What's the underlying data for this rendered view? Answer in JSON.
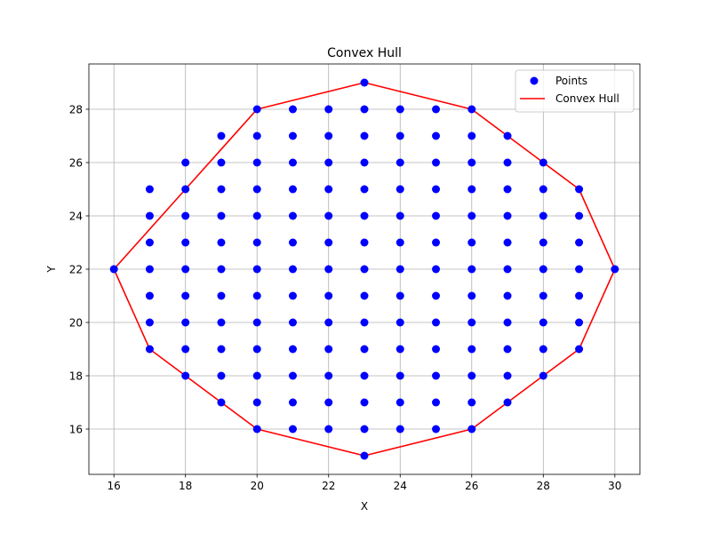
{
  "chart_data": {
    "type": "scatter",
    "title": "Convex Hull",
    "xlabel": "X",
    "ylabel": "Y",
    "xlim": [
      15.3,
      30.7
    ],
    "ylim": [
      14.3,
      29.7
    ],
    "xticks": [
      16,
      18,
      20,
      22,
      24,
      26,
      28,
      30
    ],
    "yticks": [
      16,
      18,
      20,
      22,
      24,
      26,
      28
    ],
    "grid": true,
    "legend": {
      "placement": "top-right",
      "entries": [
        {
          "label": "Points",
          "marker": "circle",
          "color": "#0000ff"
        },
        {
          "label": "Convex Hull",
          "marker": "line",
          "color": "#ff0000"
        }
      ]
    },
    "colors": {
      "points": "#0000ff",
      "hull": "#ff0000",
      "grid": "#b0b0b0"
    },
    "points_rows": [
      {
        "y": 29,
        "x": [
          23
        ]
      },
      {
        "y": 28,
        "x": [
          20,
          21,
          22,
          23,
          24,
          25,
          26
        ]
      },
      {
        "y": 27,
        "x": [
          19,
          20,
          21,
          22,
          23,
          24,
          25,
          26,
          27
        ]
      },
      {
        "y": 26,
        "x": [
          18,
          19,
          20,
          21,
          22,
          23,
          24,
          25,
          26,
          27,
          28
        ]
      },
      {
        "y": 25,
        "x": [
          17,
          18,
          19,
          20,
          21,
          22,
          23,
          24,
          25,
          26,
          27,
          28,
          29
        ]
      },
      {
        "y": 24,
        "x": [
          17,
          18,
          19,
          20,
          21,
          22,
          23,
          24,
          25,
          26,
          27,
          28,
          29
        ]
      },
      {
        "y": 23,
        "x": [
          17,
          18,
          19,
          20,
          21,
          22,
          23,
          24,
          25,
          26,
          27,
          28,
          29
        ]
      },
      {
        "y": 22,
        "x": [
          16,
          17,
          18,
          19,
          20,
          21,
          22,
          23,
          24,
          25,
          26,
          27,
          28,
          29,
          30
        ]
      },
      {
        "y": 21,
        "x": [
          17,
          18,
          19,
          20,
          21,
          22,
          23,
          24,
          25,
          26,
          27,
          28,
          29
        ]
      },
      {
        "y": 20,
        "x": [
          17,
          18,
          19,
          20,
          21,
          22,
          23,
          24,
          25,
          26,
          27,
          28,
          29
        ]
      },
      {
        "y": 19,
        "x": [
          17,
          18,
          19,
          20,
          21,
          22,
          23,
          24,
          25,
          26,
          27,
          28,
          29
        ]
      },
      {
        "y": 18,
        "x": [
          18,
          19,
          20,
          21,
          22,
          23,
          24,
          25,
          26,
          27,
          28
        ]
      },
      {
        "y": 17,
        "x": [
          19,
          20,
          21,
          22,
          23,
          24,
          25,
          26,
          27
        ]
      },
      {
        "y": 16,
        "x": [
          20,
          21,
          22,
          23,
          24,
          25,
          26
        ]
      },
      {
        "y": 15,
        "x": [
          23
        ]
      }
    ],
    "hull": [
      [
        16,
        22
      ],
      [
        17,
        19
      ],
      [
        18,
        18
      ],
      [
        19,
        17
      ],
      [
        20,
        16
      ],
      [
        23,
        15
      ],
      [
        26,
        16
      ],
      [
        27,
        17
      ],
      [
        28,
        18
      ],
      [
        29,
        19
      ],
      [
        30,
        22
      ],
      [
        29,
        25
      ],
      [
        28,
        26
      ],
      [
        27,
        27
      ],
      [
        26,
        28
      ],
      [
        23,
        29
      ],
      [
        20,
        28
      ],
      [
        18,
        25
      ],
      [
        16,
        22
      ]
    ]
  }
}
